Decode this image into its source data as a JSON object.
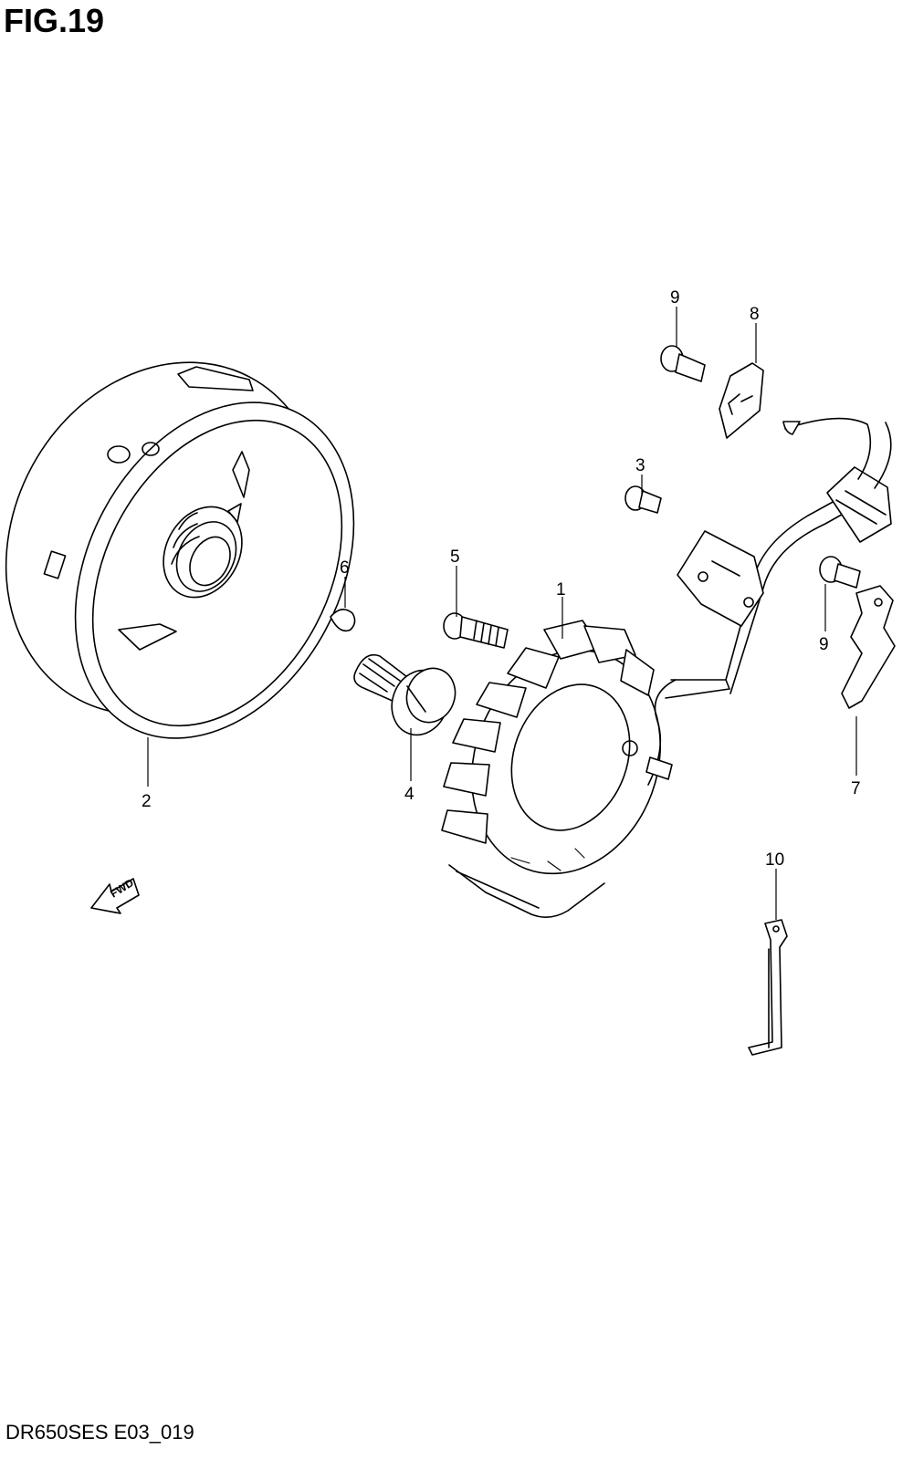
{
  "figure": {
    "title": "FIG.19"
  },
  "footer": {
    "code": "DR650SES E03_019"
  },
  "fwd_arrow": {
    "label": "FWD"
  },
  "callouts": [
    {
      "id": "1",
      "label": "1"
    },
    {
      "id": "2",
      "label": "2"
    },
    {
      "id": "3",
      "label": "3"
    },
    {
      "id": "4",
      "label": "4"
    },
    {
      "id": "5",
      "label": "5"
    },
    {
      "id": "6",
      "label": "6"
    },
    {
      "id": "7",
      "label": "7"
    },
    {
      "id": "8",
      "label": "8"
    },
    {
      "id": "9a",
      "label": "9"
    },
    {
      "id": "9b",
      "label": "9"
    },
    {
      "id": "10",
      "label": "10"
    }
  ]
}
